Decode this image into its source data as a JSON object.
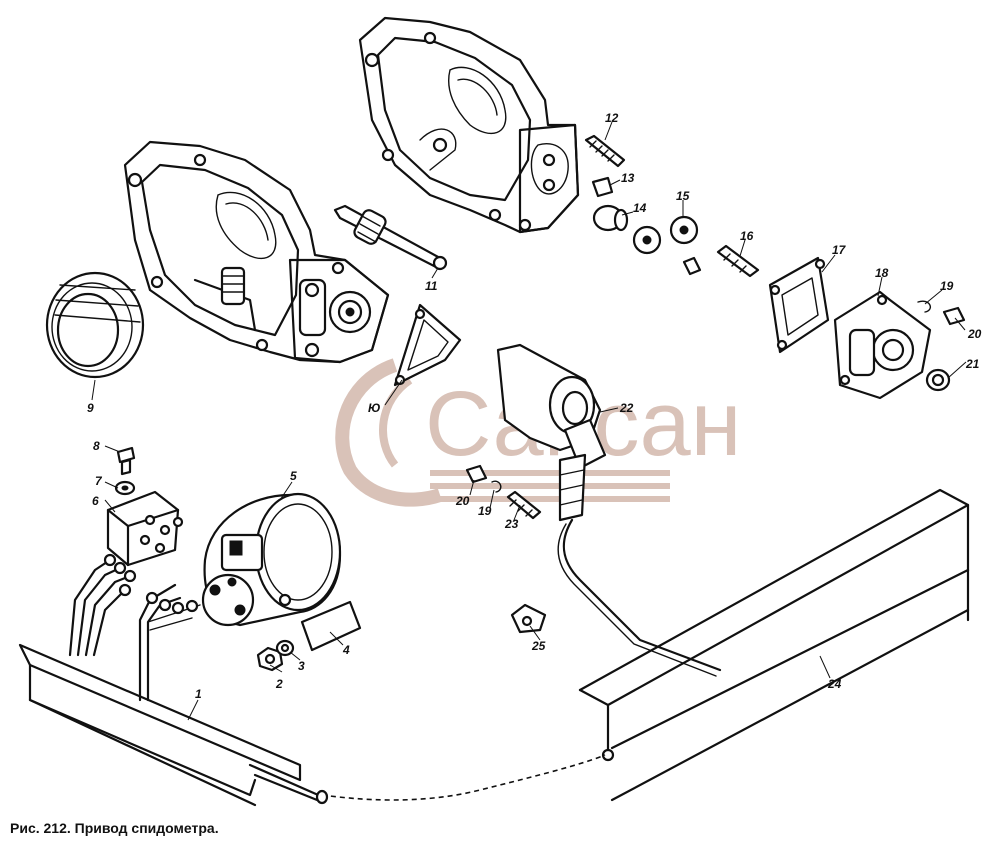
{
  "caption": "Рис. 212. Привод спидометра.",
  "watermark": {
    "text": "Сапсан",
    "color": "#d9c2b8"
  },
  "callouts": {
    "n1": "1",
    "n2": "2",
    "n3": "3",
    "n4": "4",
    "n5": "5",
    "n6": "6",
    "n7": "7",
    "n8": "8",
    "n9": "9",
    "n10": "Ю",
    "n11": "11",
    "n12": "12",
    "n13": "13",
    "n14": "14",
    "n15": "15",
    "n16": "16",
    "n17": "17",
    "n18": "18",
    "n19": "19",
    "n20": "20",
    "n21": "21",
    "n22": "22",
    "n19b": "19",
    "n20b": "20",
    "n23": "23",
    "n24": "24",
    "n25": "25"
  }
}
